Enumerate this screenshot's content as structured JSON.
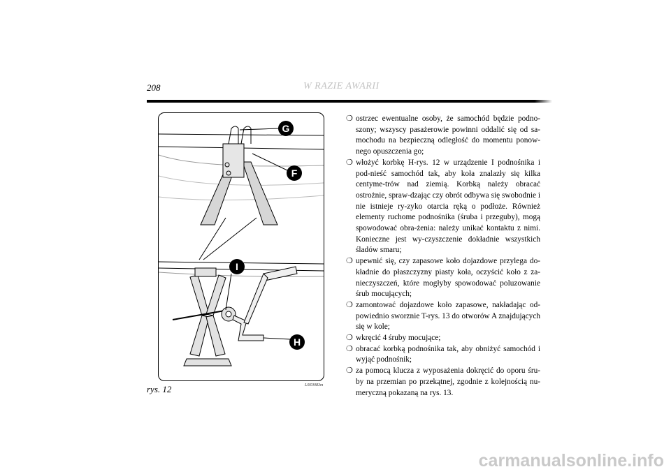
{
  "header": {
    "page_number": "208",
    "section_title": "W RAZIE AWARII"
  },
  "figure": {
    "caption": "rys. 12",
    "code": "L0E0083m",
    "callouts": {
      "g": "G",
      "f": "F",
      "i": "I",
      "h": "H"
    }
  },
  "steps": [
    {
      "bullet": "❍",
      "text": "ostrzec ewentualne osoby, że samochód będzie podno-szony; wszyscy pasażerowie powinni oddalić się od sa-mochodu na bezpieczną odległość do momentu ponow-nego opuszczenia go;"
    },
    {
      "bullet": "❍",
      "text": "włożyć korbkę H-rys. 12 w urządzenie I podnośnika i pod-nieść samochód tak, aby koła znalazły się kilka centyme-trów nad ziemią. Korbką należy obracać ostrożnie, spraw-dzając czy obrót odbywa się swobodnie i nie istnieje ry-zyko otarcia ręką o podłoże. Również elementy ruchome podnośnika (śruba i przeguby), mogą spowodować obra-żenia: należy unikać kontaktu z nimi. Konieczne jest wy-czyszczenie dokładnie wszystkich śladów smaru;"
    },
    {
      "bullet": "❍",
      "text": "upewnić się, czy zapasowe koło dojazdowe przylega do-kładnie do płaszczyzny piasty koła, oczyścić koło z za-nieczyszczeń, które mogłyby spowodować poluzowanie śrub mocujących;"
    },
    {
      "bullet": "❍",
      "text": "zamontować dojazdowe koło zapasowe, nakładając od-powiednio sworznie T-rys. 13 do otworów A znajdujących się w kole;"
    },
    {
      "bullet": "❍",
      "text": "wkręcić 4 śruby mocujące;"
    },
    {
      "bullet": "❍",
      "text": "obracać korbką podnośnika tak, aby obniżyć samochód i wyjąć podnośnik;"
    },
    {
      "bullet": "❍",
      "text": "za pomocą klucza z wyposażenia dokręcić do oporu śru-by na przemian po przekątnej, zgodnie z kolejnością nu-meryczną pokazaną na rys. 13."
    }
  ],
  "watermark": "carmanualsonline.info"
}
